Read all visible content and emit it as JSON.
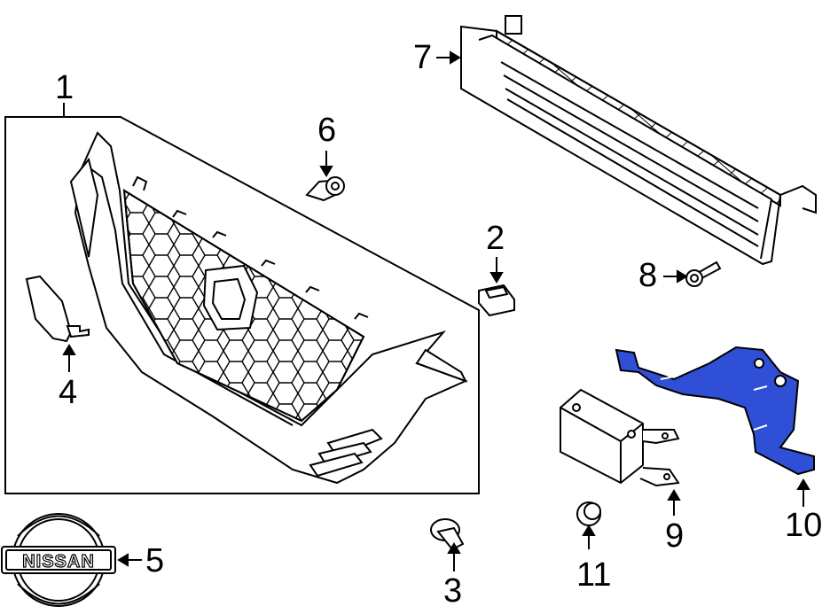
{
  "diagram": {
    "callouts": [
      {
        "id": "1",
        "label": "1"
      },
      {
        "id": "2",
        "label": "2"
      },
      {
        "id": "3",
        "label": "3"
      },
      {
        "id": "4",
        "label": "4"
      },
      {
        "id": "5",
        "label": "5"
      },
      {
        "id": "6",
        "label": "6"
      },
      {
        "id": "7",
        "label": "7"
      },
      {
        "id": "8",
        "label": "8"
      },
      {
        "id": "9",
        "label": "9"
      },
      {
        "id": "10",
        "label": "10"
      },
      {
        "id": "11",
        "label": "11"
      }
    ],
    "emblem_text": "NISSAN",
    "colors": {
      "line": "#000000",
      "highlight_part": "#2f4fd6",
      "background": "#ffffff"
    }
  }
}
